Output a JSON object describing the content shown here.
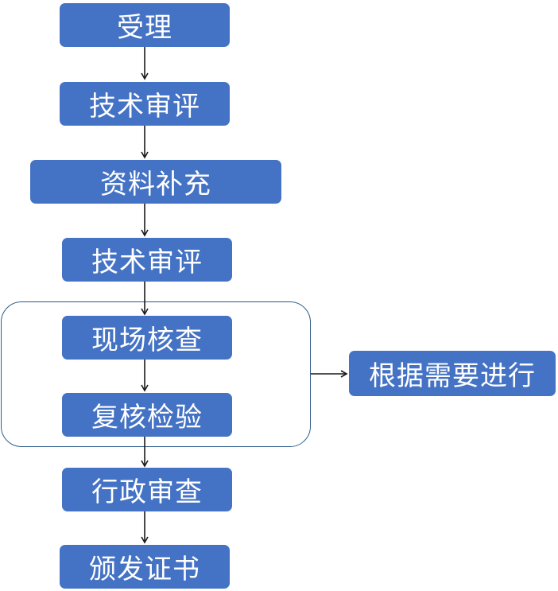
{
  "diagram": {
    "steps": [
      {
        "id": "s1",
        "label": "受理"
      },
      {
        "id": "s2",
        "label": "技术审评"
      },
      {
        "id": "s3",
        "label": "资料补充"
      },
      {
        "id": "s4",
        "label": "技术审评"
      },
      {
        "id": "s5",
        "label": "现场核查"
      },
      {
        "id": "s6",
        "label": "复核检验"
      },
      {
        "id": "s7",
        "label": "行政审查"
      },
      {
        "id": "s8",
        "label": "颁发证书"
      }
    ],
    "side_note": {
      "label": "根据需要进行"
    },
    "colors": {
      "node_fill": "#4472C4",
      "node_text": "#FFFFFF",
      "group_border": "#2E5C8A",
      "arrow": "#1A1A1A"
    }
  }
}
